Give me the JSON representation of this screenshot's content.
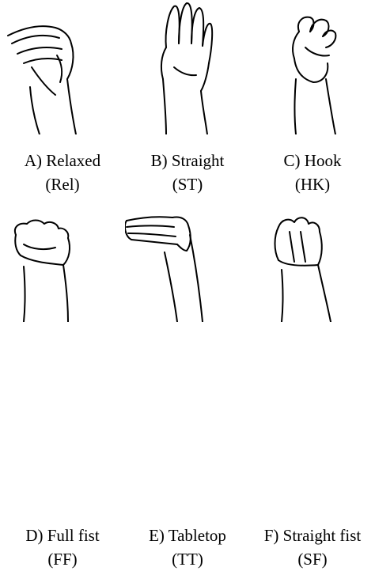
{
  "figures": [
    {
      "title": "A) Relaxed",
      "abbr": "(Rel)",
      "icon": "relaxed-hand-icon"
    },
    {
      "title": "B) Straight",
      "abbr": "(ST)",
      "icon": "straight-hand-icon"
    },
    {
      "title": "C) Hook",
      "abbr": "(HK)",
      "icon": "hook-hand-icon"
    },
    {
      "title": "D) Full fist",
      "abbr": "(FF)",
      "icon": "full-fist-hand-icon"
    },
    {
      "title": "E) Tabletop",
      "abbr": "(TT)",
      "icon": "tabletop-hand-icon"
    },
    {
      "title": "F) Straight fist",
      "abbr": "(SF)",
      "icon": "straight-fist-hand-icon"
    }
  ]
}
